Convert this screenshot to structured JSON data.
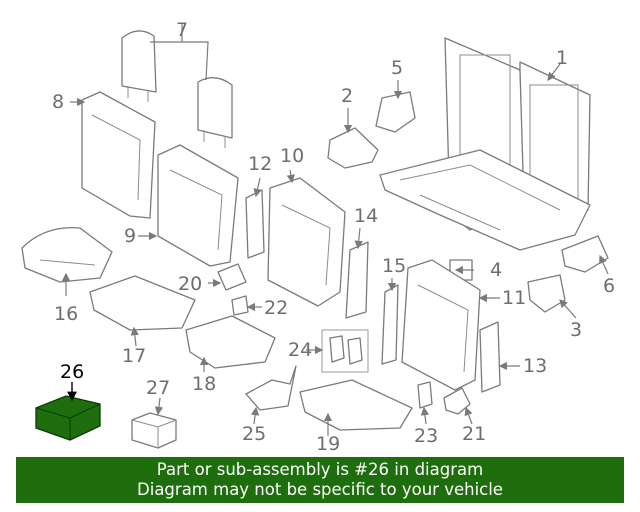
{
  "callouts": {
    "c1": "1",
    "c2": "2",
    "c3": "3",
    "c4": "4",
    "c5": "5",
    "c6": "6",
    "c7": "7",
    "c8": "8",
    "c9": "9",
    "c10": "10",
    "c11": "11",
    "c12": "12",
    "c13": "13",
    "c14": "14",
    "c15": "15",
    "c16": "16",
    "c17": "17",
    "c18": "18",
    "c19": "19",
    "c20": "20",
    "c21": "21",
    "c22": "22",
    "c23": "23",
    "c24": "24",
    "c25": "25",
    "c26": "26",
    "c27": "27"
  },
  "highlight": {
    "part": "26",
    "color": "#1f6e0e"
  },
  "banner": {
    "line1": "Part or sub-assembly is #26 in diagram",
    "line2": "Diagram may not be specific to your vehicle",
    "background": "#1f6e0e"
  }
}
